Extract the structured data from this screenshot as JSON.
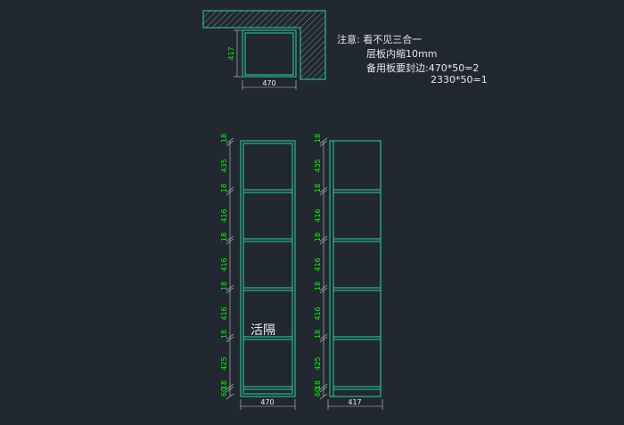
{
  "notes": {
    "line1": "注意: 看不见三合一",
    "line2": "层板内缩10mm",
    "line3": "备用板要封边:470*50=2",
    "line4": "2330*50=1"
  },
  "plan": {
    "width_label": "470",
    "depth_label": "417"
  },
  "front": {
    "width_label": "470",
    "dims": [
      "18",
      "435",
      "18",
      "416",
      "18",
      "416",
      "18",
      "416",
      "18",
      "425",
      "18",
      "60"
    ],
    "inner_label": "活隔"
  },
  "side": {
    "width_label": "417",
    "dims": [
      "18",
      "435",
      "18",
      "416",
      "18",
      "416",
      "18",
      "416",
      "18",
      "425",
      "18",
      "60"
    ]
  },
  "colors": {
    "background": "#212830",
    "line": "#2bd3a6",
    "dimension_text": "#00ff00",
    "text": "#e8e8e8"
  }
}
